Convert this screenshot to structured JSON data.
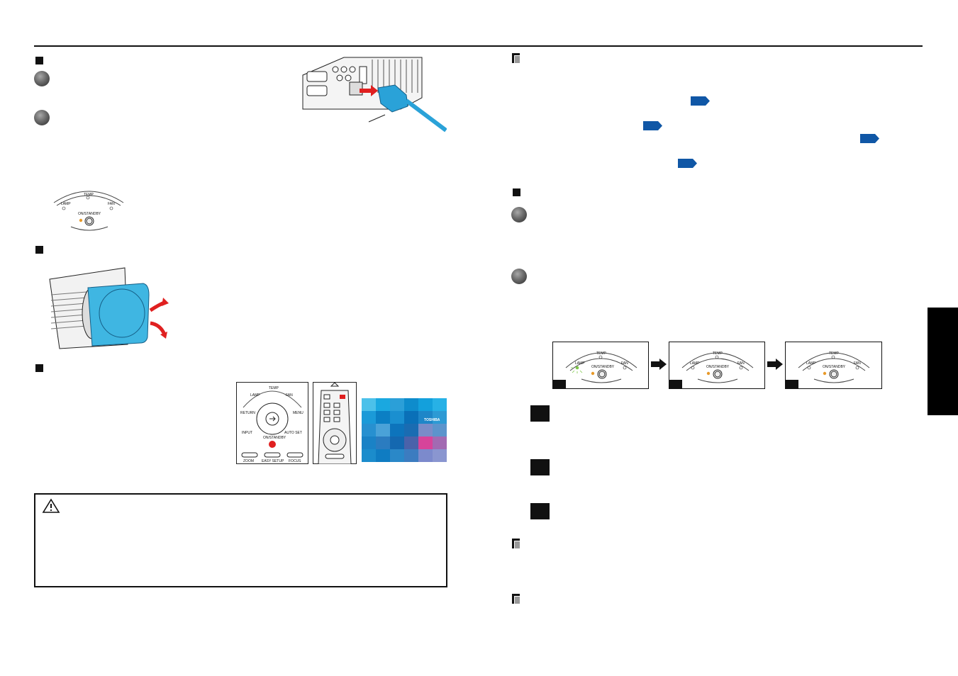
{
  "panel_labels": {
    "temp": "TEMP",
    "lamp": "LAMP",
    "fan": "FAN",
    "on_standby": "ON/STANDBY"
  },
  "remote_labels": {
    "temp": "TEMP",
    "lamp": "LAMP",
    "fan": "FAN",
    "return": "RETURN",
    "menu": "MENU",
    "input": "INPUT",
    "auto_set": "AUTO SET",
    "on_standby": "ON/STANDBY",
    "zoom": "ZOOM",
    "easy_setup": "EASY SETUP",
    "focus": "FOCUS"
  },
  "screen_logo": "TOSHIBA",
  "colors": {
    "lens_cap": "#3fb6e2",
    "blue_tag": "#1057a6",
    "arrow_red": "#e02020",
    "lamp_led_green": "#7fc84a",
    "on_led_orange": "#e89a2a",
    "cable_blue": "#2aa2d8"
  },
  "icons": {
    "section_marker": "black-square",
    "step_marker": "grey-circle",
    "note_marker": "note-icon",
    "caution_marker": "warning-triangle-icon",
    "page_ref": "blue-arrow-tag"
  }
}
